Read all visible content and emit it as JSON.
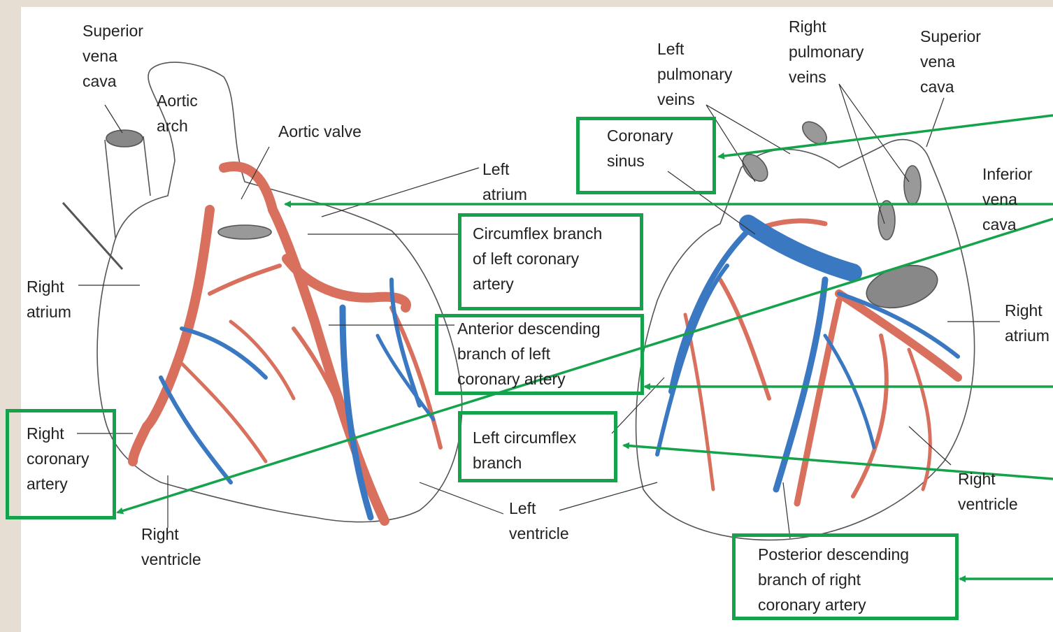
{
  "colors": {
    "artery": "#d9705e",
    "artery_outline": "#a0402f",
    "vein": "#3a78c2",
    "vein_outline": "#1d4f8a",
    "outline": "#555555",
    "highlight": "#14a24a",
    "background": "#e6ddd3"
  },
  "anterior_view": {
    "superior_vena_cava": "Superior\nvena\ncava",
    "aortic_arch": "Aortic\narch",
    "aortic_valve": "Aortic valve",
    "left_atrium": "Left\natrium",
    "right_atrium": "Right\natrium",
    "right_ventricle": "Right\nventricle",
    "left_ventricle": "Left\nventricle"
  },
  "posterior_view": {
    "left_pulmonary_veins": "Left\npulmonary\nveins",
    "right_pulmonary_veins": "Right\npulmonary\nveins",
    "superior_vena_cava": "Superior\nvena\ncava",
    "inferior_vena_cava": "Inferior\nvena\ncava",
    "right_atrium": "Right\natrium",
    "right_ventricle": "Right\nventricle"
  },
  "highlighted_labels": {
    "coronary_sinus": "Coronary\nsinus",
    "circumflex_branch": "Circumflex branch\nof left coronary\nartery",
    "anterior_descending": "Anterior descending\nbranch of left\ncoronary artery",
    "left_circumflex": "Left circumflex\nbranch",
    "right_coronary_artery": "Right\ncoronary\nartery",
    "posterior_descending": "Posterior descending\nbranch of right\ncoronary artery"
  }
}
